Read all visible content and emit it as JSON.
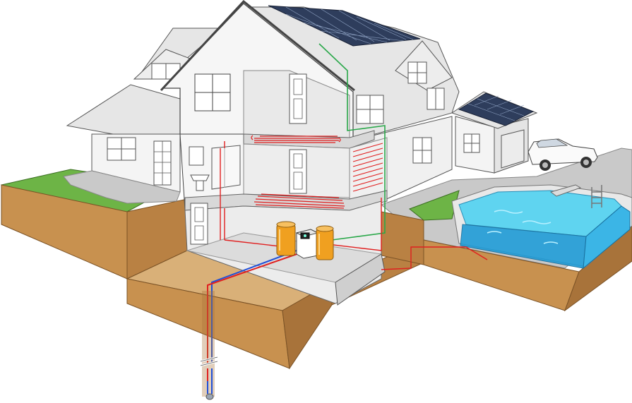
{
  "diagram": {
    "labels": [],
    "colors": {
      "soil_top": "#d9a66a",
      "soil_side": "#c8914f",
      "soil_dark": "#a8733a",
      "grass": "#6db446",
      "grass_dark": "#4f8f30",
      "wall": "#f4f4f4",
      "wall_shade": "#dcdcdc",
      "roof": "#e6e6e6",
      "solar": "#2e3d5c",
      "solar_grid": "#8fa3c4",
      "pool_water": "#5fd4f0",
      "pool_deep": "#1f9bd6",
      "pipe_hot": "#e02020",
      "pipe_cold": "#2050d8",
      "pipe_solar": "#2aa84a",
      "tank": "#f0a020",
      "paving": "#c9c9c9"
    },
    "icons": [
      "house-cutaway",
      "solar-panel",
      "heat-pump",
      "buffer-tank",
      "hot-water-tank",
      "underfloor-heating",
      "wall-heating",
      "geothermal-borehole",
      "swimming-pool",
      "car"
    ]
  }
}
